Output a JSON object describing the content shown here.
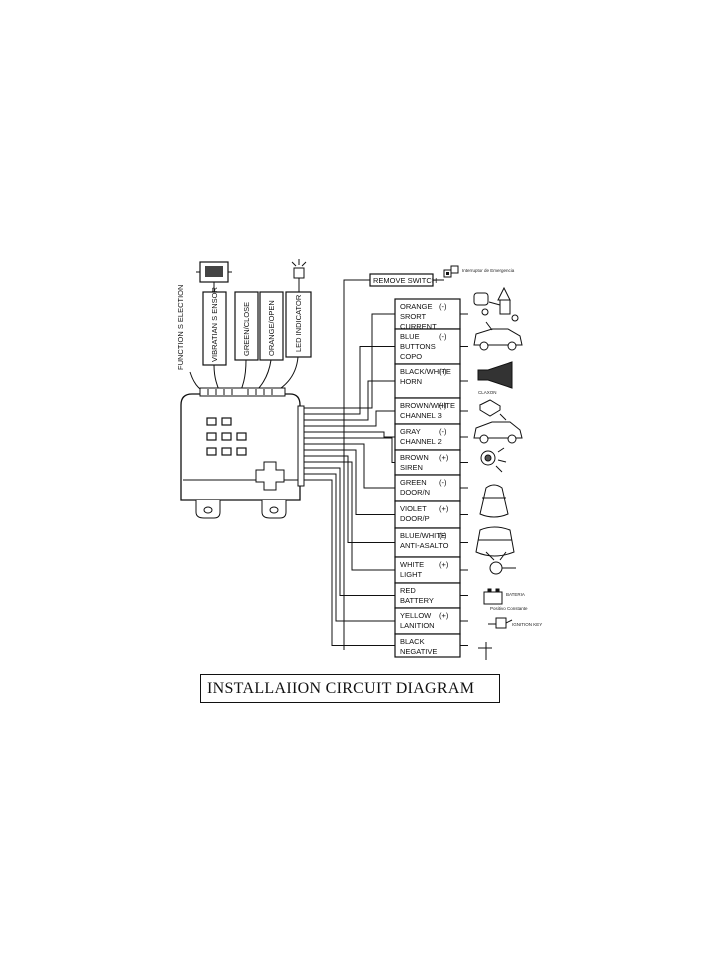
{
  "remove_switch": "REMOVE SWITCH",
  "emergency_label": "Interruptor de Emergencia",
  "function_selection": "FUNCTION S ELECTION",
  "vertical_labels": [
    "VIBRATIAN S ENSOR",
    "GREEN/CLOSE",
    "ORANGE/OPEN",
    "LED INDICATOR"
  ],
  "wires": [
    {
      "lines": [
        "ORANGE",
        "SRORT",
        "CURRENT"
      ],
      "polarity": "(-)"
    },
    {
      "lines": [
        "BLUE",
        "BUTTONS",
        "COPO"
      ],
      "polarity": "(-)"
    },
    {
      "lines": [
        "BLACK/WHITE",
        "HORN"
      ],
      "polarity": "(-)"
    },
    {
      "lines": [
        "BROWN/WHITE",
        "CHANNEL 3"
      ],
      "polarity": "(-)"
    },
    {
      "lines": [
        "GRAY",
        "CHANNEL 2"
      ],
      "polarity": "(-)"
    },
    {
      "lines": [
        "BROWN",
        "SIREN"
      ],
      "polarity": "(+)"
    },
    {
      "lines": [
        "GREEN",
        "DOOR/N"
      ],
      "polarity": "(-)"
    },
    {
      "lines": [
        "VIOLET",
        "DOOR/P"
      ],
      "polarity": "(+)"
    },
    {
      "lines": [
        "BLUE/WHITE",
        "ANTI-ASALTO"
      ],
      "polarity": "(-)"
    },
    {
      "lines": [
        "WHITE",
        "LIGHT"
      ],
      "polarity": "(+)"
    },
    {
      "lines": [
        "RED",
        "BATTERY"
      ],
      "polarity": ""
    },
    {
      "lines": [
        "YELLOW",
        "LANITION"
      ],
      "polarity": "(+)"
    },
    {
      "lines": [
        "BLACK",
        "NEGATIVE"
      ],
      "polarity": ""
    }
  ],
  "device_labels": {
    "horn": "CLAXON",
    "battery": "BATERIA",
    "battery_sub": "Positivo Constante",
    "ignition": "IGNITION KEY"
  },
  "title": "INSTALLAIION CIRCUIT DIAGRAM",
  "colors": {
    "ink": "#111111",
    "paper": "#ffffff"
  }
}
